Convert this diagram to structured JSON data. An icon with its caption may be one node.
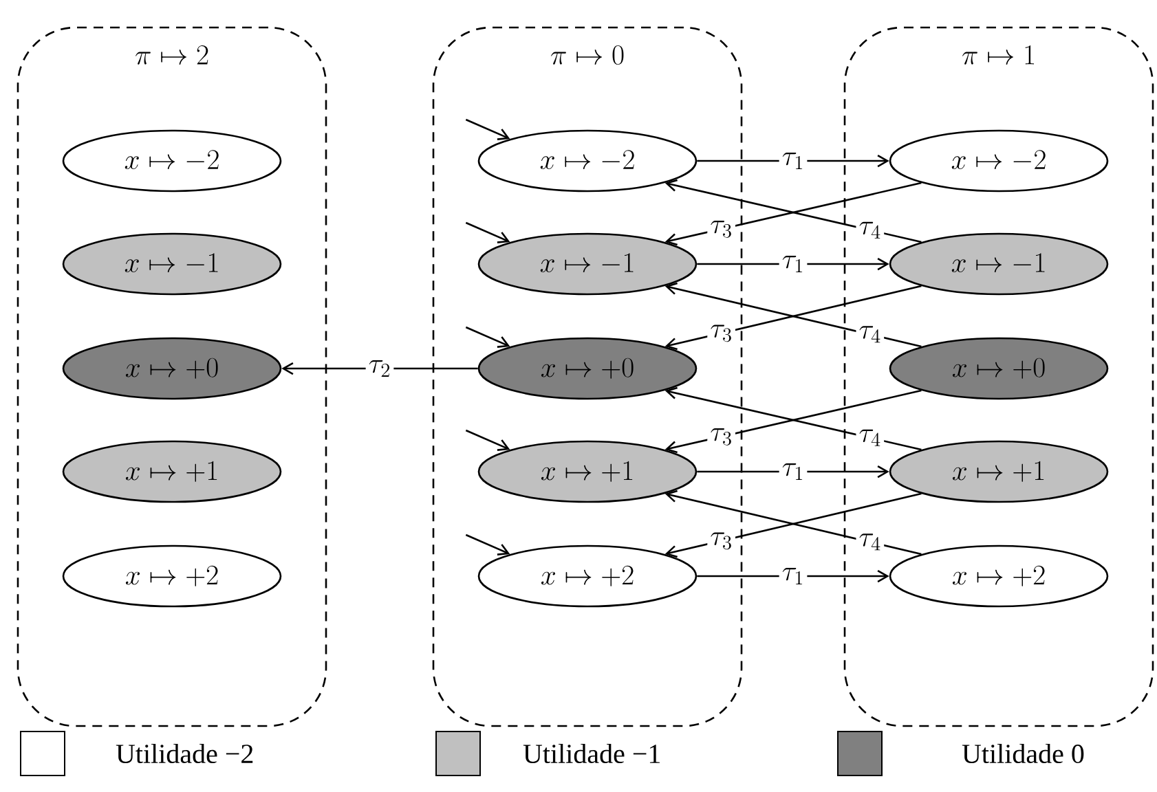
{
  "diagram": {
    "nodes": [
      {
        "text": [
          "\\pi \\mapsto 2"
        ]
      },
      {
        "text": [
          "x \\mapsto -2"
        ],
        "in": 0
      },
      {
        "text": [
          "x \\mapsto -1"
        ],
        "in": 0
      },
      {
        "text": [
          "x \\mapsto +0"
        ],
        "in": 0
      },
      {
        "text": [
          "x \\mapsto +1"
        ],
        "in": 0
      },
      {
        "text": [
          "x \\mapsto +2"
        ],
        "in": 0
      },
      {
        "text": [
          "\\pi \\mapsto 0"
        ]
      },
      {
        "text": [
          "x \\mapsto -2"
        ],
        "in": 6
      },
      {
        "text": [
          "x \\mapsto -1"
        ],
        "in": 6
      },
      {
        "text": [
          "x \\mapsto +0"
        ],
        "in": 6
      },
      {
        "text": [
          "x \\mapsto +1"
        ],
        "in": 6
      },
      {
        "text": [
          "x \\mapsto +2"
        ],
        "in": 6
      },
      {
        "text": [
          "\\pi \\mapsto 1"
        ]
      },
      {
        "text": [
          "x \\mapsto -2"
        ],
        "in": 12
      },
      {
        "text": [
          "x \\mapsto -1"
        ],
        "in": 12
      },
      {
        "text": [
          "x \\mapsto +0"
        ],
        "in": 12
      },
      {
        "text": [
          "x \\mapsto +1"
        ],
        "in": 12
      },
      {
        "text": [
          "x \\mapsto +2"
        ],
        "in": 12
      }
    ],
    "edges": [
      {
        "from": null,
        "to": 7,
        "arrow": "to"
      },
      {
        "from": null,
        "to": 8,
        "arrow": "to"
      },
      {
        "from": null,
        "to": 9,
        "arrow": "to"
      },
      {
        "from": null,
        "to": 10,
        "arrow": "to"
      },
      {
        "from": null,
        "to": 11,
        "arrow": "to"
      },
      {
        "from": 7,
        "to": 13,
        "arrow": "to",
        "label": "\\tau_1"
      },
      {
        "from": 8,
        "to": 14,
        "arrow": "to",
        "label": "\\tau_1"
      },
      {
        "from": 10,
        "to": 16,
        "arrow": "to",
        "label": "\\tau_1"
      },
      {
        "from": 11,
        "to": 17,
        "arrow": "to",
        "label": "\\tau_1"
      },
      {
        "from": 13,
        "to": 8,
        "arrow": "to",
        "label": "\\tau_3"
      },
      {
        "from": 14,
        "to": 9,
        "arrow": "to",
        "label": "\\tau_3"
      },
      {
        "from": 15,
        "to": 10,
        "arrow": "to",
        "label": "\\tau_3"
      },
      {
        "from": 16,
        "to": 11,
        "arrow": "to",
        "label": "\\tau_3"
      },
      {
        "from": 14,
        "to": 7,
        "arrow": "to",
        "label": "\\tau_4"
      },
      {
        "from": 15,
        "to": 8,
        "arrow": "to",
        "label": "\\tau_4"
      },
      {
        "from": 16,
        "to": 9,
        "arrow": "to",
        "label": "\\tau_4"
      },
      {
        "from": 17,
        "to": 10,
        "arrow": "to",
        "label": "\\tau_4"
      },
      {
        "from": 9,
        "to": 3,
        "arrow": "to",
        "label": "\\tau_2"
      }
    ],
    "legend": [
      {
        "text": "Utilidade −2"
      },
      {
        "text": "Utilidade −1",
        "color": "#c0c0c0"
      },
      {
        "text": "Utilidade 0",
        "color": "#808080"
      }
    ]
  }
}
